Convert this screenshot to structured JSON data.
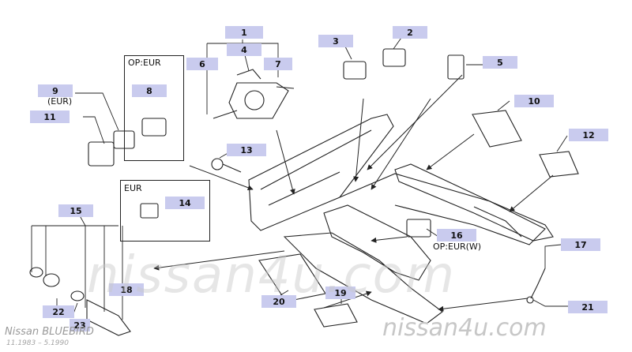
{
  "diagram": {
    "parts": [
      "1",
      "2",
      "3",
      "4",
      "5",
      "6",
      "7",
      "8",
      "9",
      "10",
      "11",
      "12",
      "13",
      "14",
      "15",
      "16",
      "17",
      "18",
      "19",
      "20",
      "21",
      "22",
      "23"
    ],
    "notes": {
      "op_eur": "OP:EUR",
      "eur_9": "(EUR)",
      "eur_box": "EUR",
      "op_eur_w": "OP:EUR(W)"
    },
    "watermark": "nissan4u.com",
    "model": "Nissan BLUEBIRD",
    "years": "11.1983 – 5.1990"
  }
}
